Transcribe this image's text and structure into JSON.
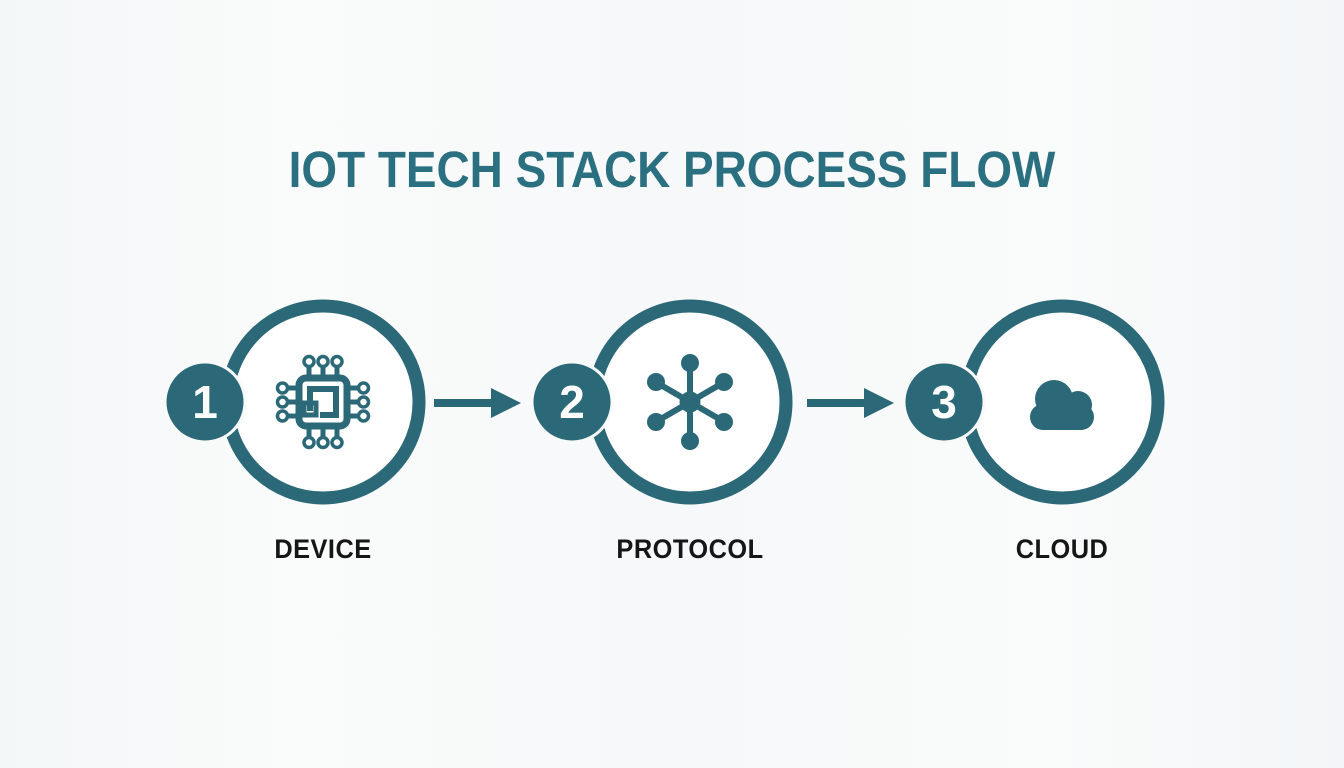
{
  "title": {
    "text": "IOT TECH STACK PROCESS FLOW"
  },
  "colors": {
    "accent": "#2b6978",
    "title": "#2a7080",
    "label": "#161616",
    "background": "#f8f9f9",
    "badge_number": "#ffffff"
  },
  "steps": [
    {
      "number": "1",
      "label": "DEVICE",
      "icon": "chip-icon"
    },
    {
      "number": "2",
      "label": "PROTOCOL",
      "icon": "network-hub-icon"
    },
    {
      "number": "3",
      "label": "CLOUD",
      "icon": "cloud-icon"
    }
  ],
  "arrows": [
    {
      "icon": "arrow-right-icon"
    },
    {
      "icon": "arrow-right-icon"
    }
  ]
}
